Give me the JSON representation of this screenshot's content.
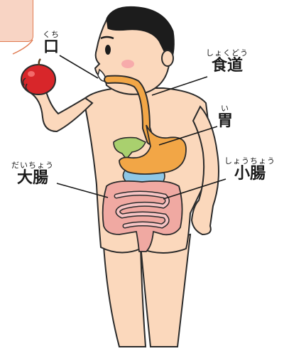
{
  "colors": {
    "skin": "#fbd8bc",
    "skin_outline": "#2b2b2b",
    "hair": "#1c1c1c",
    "esophagus_stomach": "#f2a646",
    "liver_small": "#a9d06e",
    "pancreas": "#8ec7e6",
    "large_intestine": "#f0a9a2",
    "small_intestine": "#f6c3c3",
    "apple": "#d8262a",
    "callout_fill": "#f8d4c4",
    "callout_border": "#e07b52"
  },
  "labels": {
    "mouth": {
      "ruby": "くち",
      "kanji": "口"
    },
    "esophagus": {
      "ruby": "しょくどう",
      "kanji": "食道"
    },
    "stomach": {
      "ruby": "い",
      "kanji": "胃"
    },
    "large_intestine": {
      "ruby": "だいちょう",
      "kanji": "大腸"
    },
    "small_intestine": {
      "ruby": "しょうちょう",
      "kanji": "小腸"
    }
  }
}
